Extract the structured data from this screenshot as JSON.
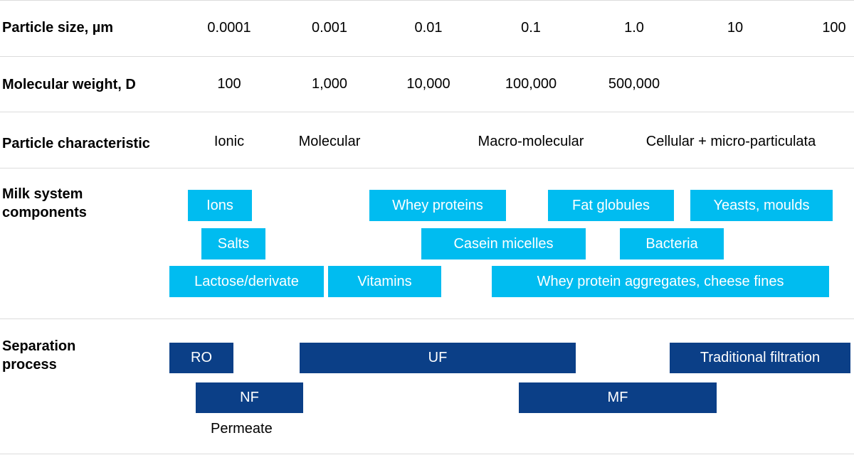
{
  "colors": {
    "component_box": "#00bcf0",
    "process_box": "#0b3f87",
    "divider": "#dcdcdc",
    "text": "#000000"
  },
  "particle_size": {
    "label": "Particle size, µm",
    "values": [
      "0.0001",
      "0.001",
      "0.01",
      "0.1",
      "1.0",
      "10",
      "100"
    ]
  },
  "molecular_weight": {
    "label": "Molecular weight, D",
    "values": [
      "100",
      "1,000",
      "10,000",
      "100,000",
      "500,000"
    ]
  },
  "particle_characteristic": {
    "label": "Particle characteristic",
    "values": [
      "Ionic",
      "Molecular",
      "Macro-molecular",
      "Cellular + micro-particulata"
    ]
  },
  "milk_components": {
    "label_line1": "Milk system",
    "label_line2": "components",
    "items": [
      "Ions",
      "Whey proteins",
      "Fat globules",
      "Yeasts, moulds",
      "Salts",
      "Casein micelles",
      "Bacteria",
      "Lactose/derivate",
      "Vitamins",
      "Whey protein aggregates, cheese fines"
    ]
  },
  "separation_process": {
    "label_line1": "Separation",
    "label_line2": "process",
    "items": [
      "RO",
      "UF",
      "Traditional filtration",
      "NF",
      "MF"
    ],
    "note": "Permeate"
  }
}
